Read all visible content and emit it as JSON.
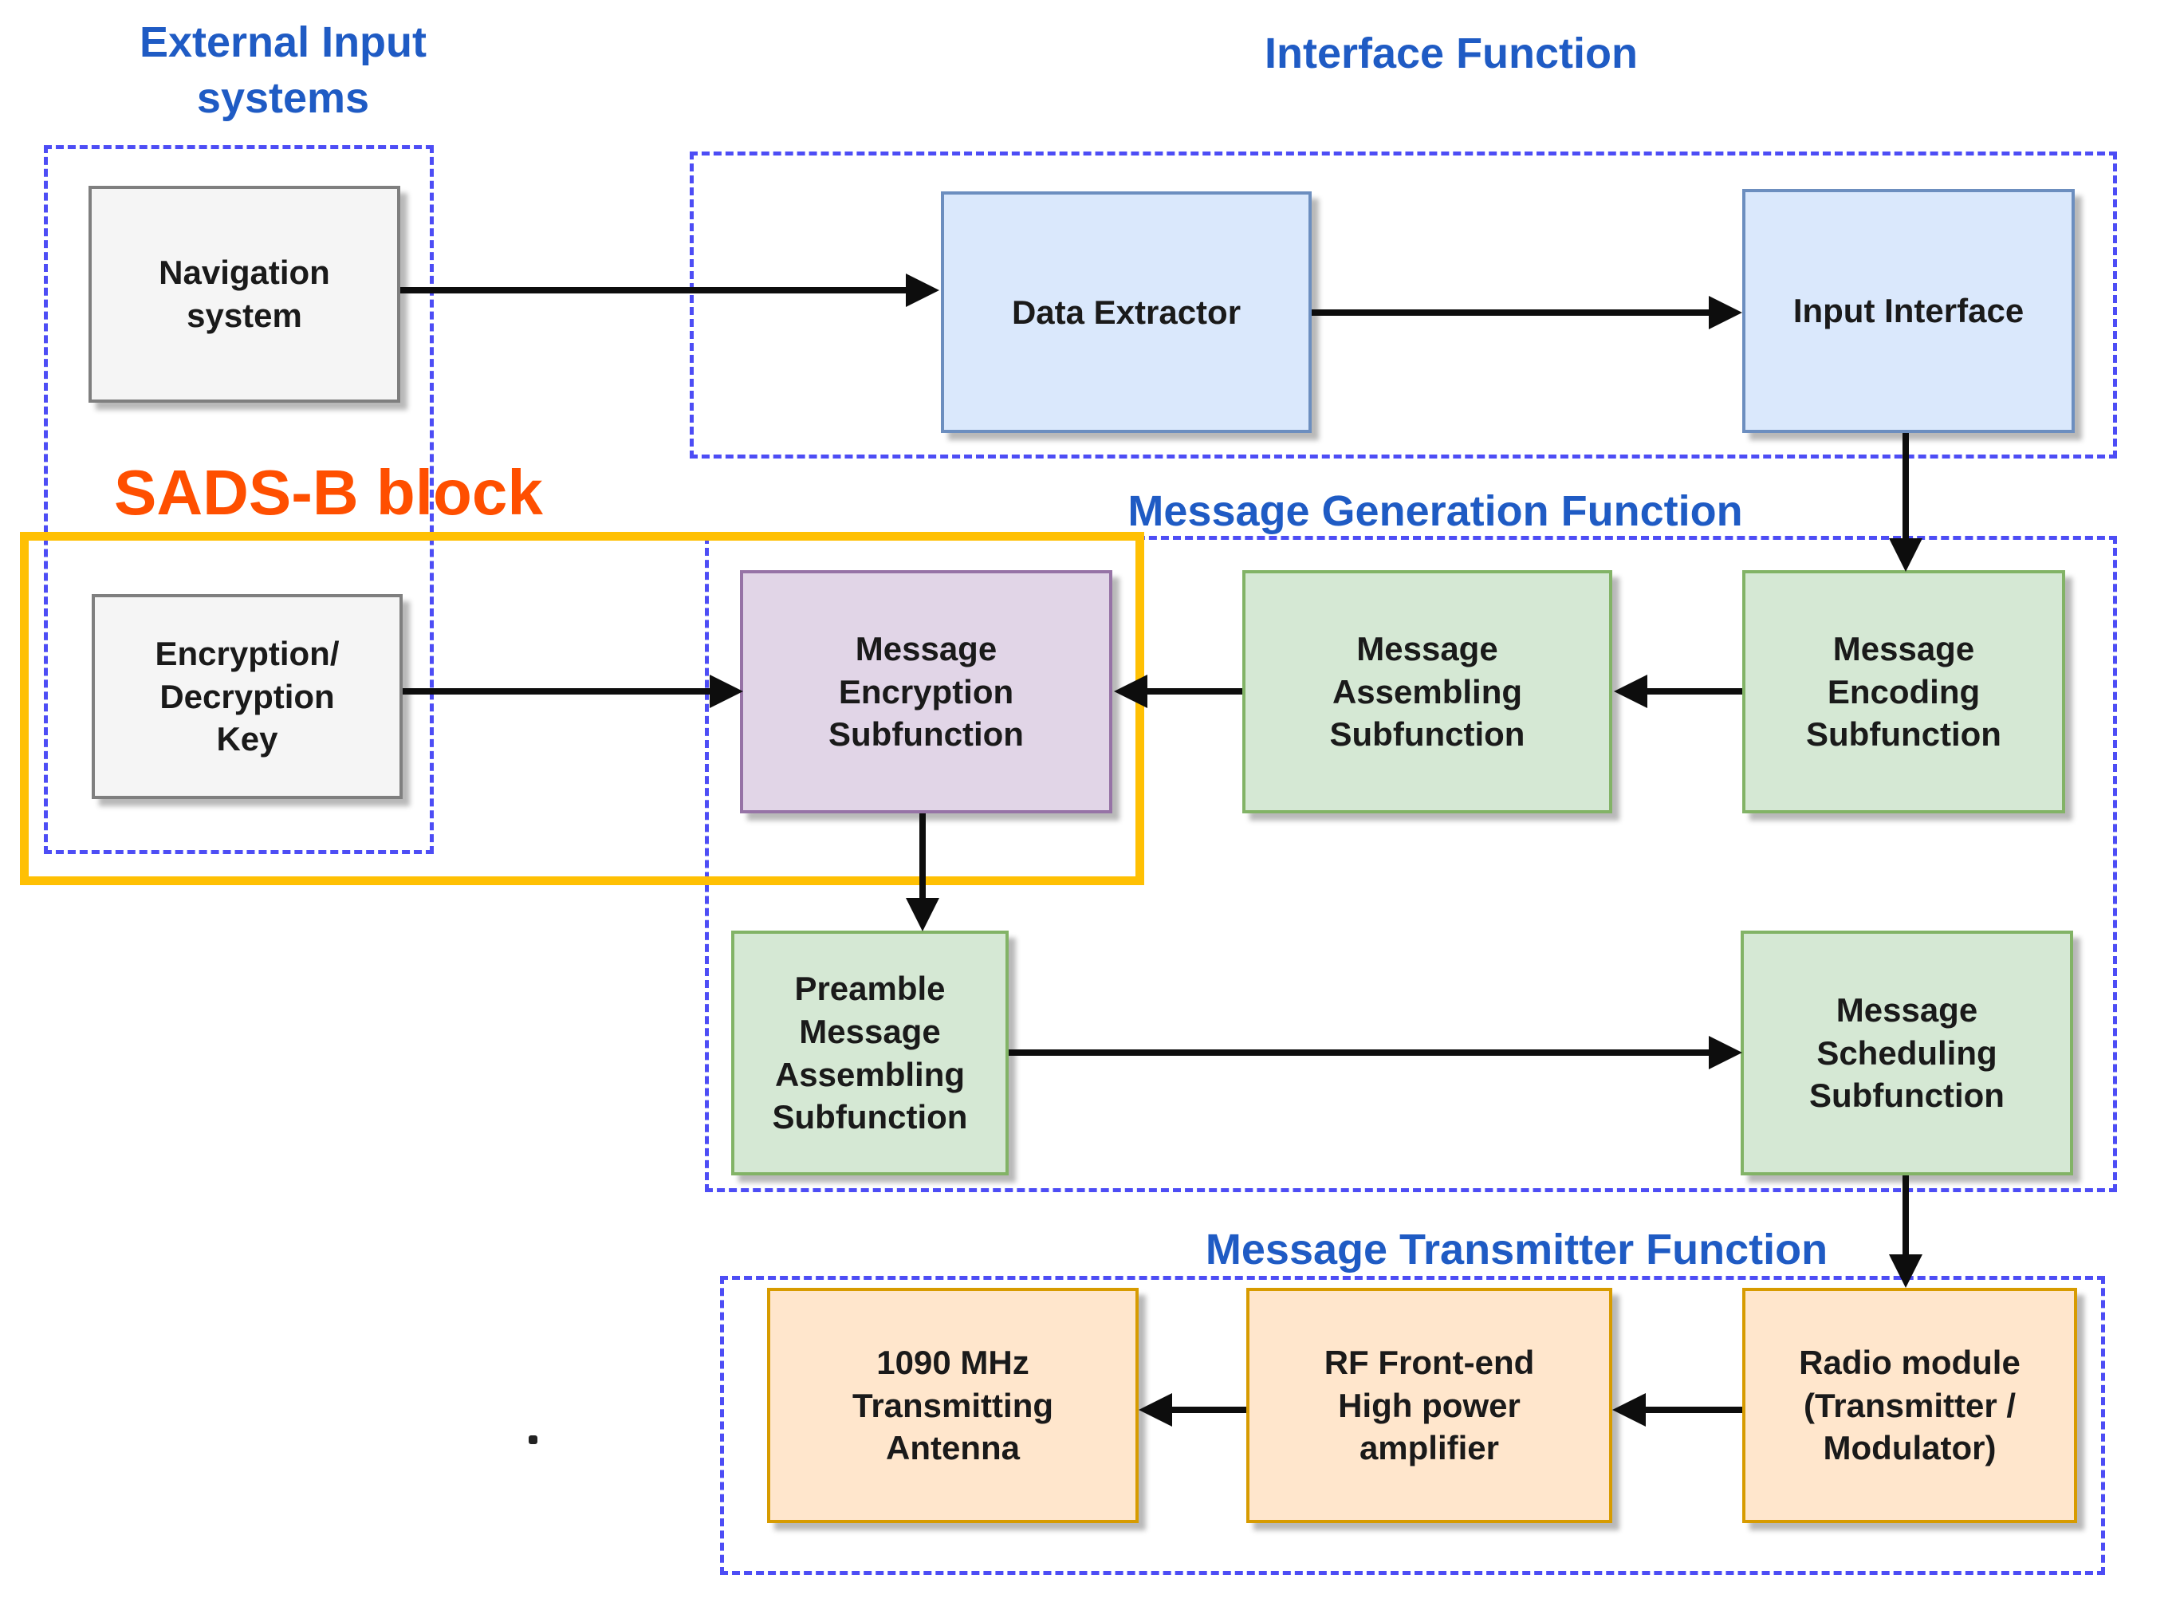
{
  "diagram": {
    "groups": {
      "external_input": {
        "title": [
          "External Input",
          "systems"
        ]
      },
      "interface": {
        "title": "Interface Function"
      },
      "message_generation": {
        "title": "Message Generation Function"
      },
      "message_transmitter": {
        "title": "Message Transmitter Function"
      },
      "sadsb": {
        "title": "SADS-B block"
      }
    },
    "nodes": {
      "navigation": {
        "label": [
          "Navigation",
          "system"
        ],
        "style": "gray"
      },
      "data_extractor": {
        "label": [
          "Data Extractor"
        ],
        "style": "blue"
      },
      "input_interface": {
        "label": [
          "Input Interface"
        ],
        "style": "blue"
      },
      "encryption_key": {
        "label": [
          "Encryption/",
          "Decryption",
          "Key"
        ],
        "style": "gray"
      },
      "message_encryption": {
        "label": [
          "Message",
          "Encryption",
          "Subfunction"
        ],
        "style": "purple"
      },
      "message_assembling": {
        "label": [
          "Message",
          "Assembling",
          "Subfunction"
        ],
        "style": "green"
      },
      "message_encoding": {
        "label": [
          "Message",
          "Encoding",
          "Subfunction"
        ],
        "style": "green"
      },
      "preamble_assembling": {
        "label": [
          "Preamble",
          "Message",
          "Assembling",
          "Subfunction"
        ],
        "style": "green"
      },
      "message_scheduling": {
        "label": [
          "Message",
          "Scheduling",
          "Subfunction"
        ],
        "style": "green"
      },
      "antenna_1090": {
        "label": [
          "1090 MHz",
          "Transmitting",
          "Antenna"
        ],
        "style": "orange"
      },
      "rf_front_end": {
        "label": [
          "RF Front-end",
          "High power",
          "amplifier"
        ],
        "style": "orange"
      },
      "radio_module": {
        "label": [
          "Radio module",
          "(Transmitter /",
          "Modulator)"
        ],
        "style": "orange"
      }
    },
    "edges": [
      {
        "from": "navigation",
        "to": "data_extractor"
      },
      {
        "from": "data_extractor",
        "to": "input_interface"
      },
      {
        "from": "input_interface",
        "to": "message_encoding"
      },
      {
        "from": "message_encoding",
        "to": "message_assembling"
      },
      {
        "from": "message_assembling",
        "to": "message_encryption"
      },
      {
        "from": "encryption_key",
        "to": "message_encryption"
      },
      {
        "from": "message_encryption",
        "to": "preamble_assembling"
      },
      {
        "from": "preamble_assembling",
        "to": "message_scheduling"
      },
      {
        "from": "message_scheduling",
        "to": "radio_module"
      },
      {
        "from": "radio_module",
        "to": "rf_front_end"
      },
      {
        "from": "rf_front_end",
        "to": "antenna_1090"
      }
    ],
    "colors": {
      "group_dashed_border": "#4d4df5",
      "group_title_text": "#1f5bc4",
      "sadsb_title_text": "#ff4f00",
      "sadsb_rect_border": "#ffc003",
      "blue_fill": "#dae8fc",
      "blue_border": "#6c8ebf",
      "green_fill": "#d5e8d4",
      "green_border": "#82b366",
      "purple_fill": "#e1d5e7",
      "purple_border": "#9673a6",
      "orange_fill": "#ffe6cc",
      "orange_border": "#d79b00",
      "gray_fill": "#f5f5f5",
      "gray_border": "#7f7f7f",
      "arrow": "#0d0d0d"
    }
  }
}
